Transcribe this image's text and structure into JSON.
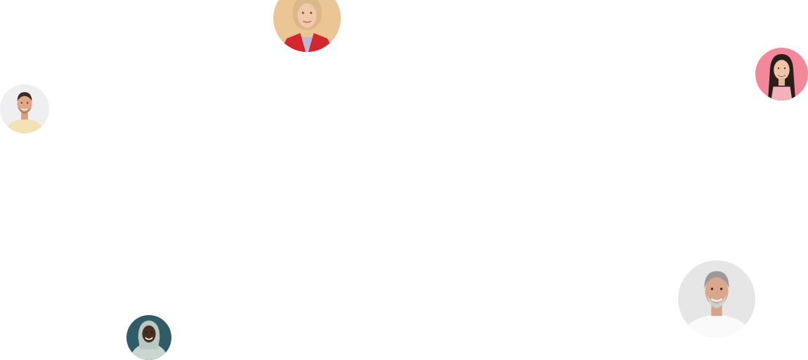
{
  "avatars": [
    {
      "id": "woman-red-jacket",
      "icon": "person-avatar",
      "background": "#e9c694",
      "clothing": "#d3262e"
    },
    {
      "id": "woman-pink",
      "icon": "person-avatar",
      "background": "#f4889b",
      "clothing": "#f3b1be"
    },
    {
      "id": "man-yellow-shirt",
      "icon": "person-avatar",
      "background": "#efefef",
      "clothing": "#f3e2b4"
    },
    {
      "id": "man-hoodie",
      "icon": "person-avatar",
      "background": "#2f5c66",
      "clothing": "#c9d7d0"
    },
    {
      "id": "man-gray-hair",
      "icon": "person-avatar",
      "background": "#e6e6e6",
      "clothing": "#fafafa"
    }
  ]
}
